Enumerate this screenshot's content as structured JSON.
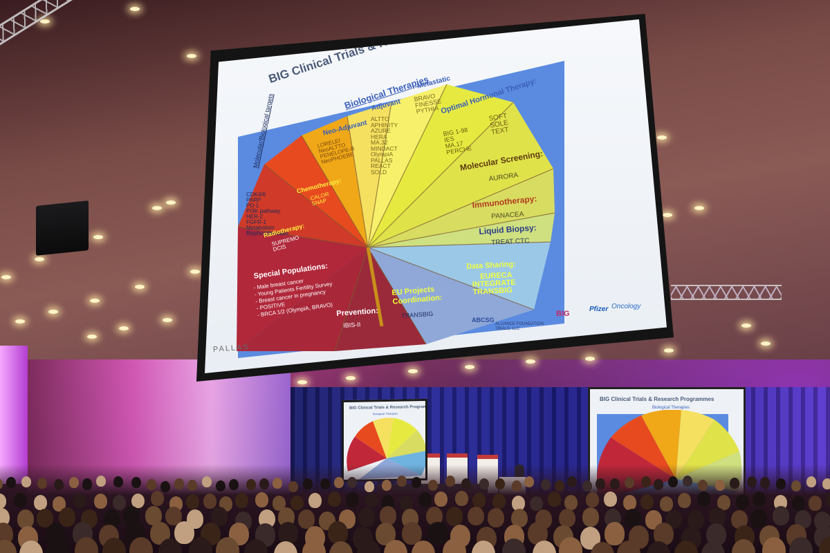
{
  "main_slide": {
    "title": "BIG Clinical Trials & Research Programmes",
    "subtitle": "Biological Therapies",
    "segments": [
      {
        "heading": "Molecular/Biological targets",
        "items": [
          "CDK4/6",
          "PARP",
          "PD-1",
          "PI3K pathway",
          "HER-2",
          "FGFR-1",
          "Metabolism",
          "Bisphosphonates"
        ]
      },
      {
        "heading": "Neo-Adjuvant",
        "items": [
          "LORELEI",
          "NeoALTTO",
          "PENELOPE-B",
          "NeoPHOEBE"
        ]
      },
      {
        "heading": "Adjuvant",
        "items": [
          "ALTTO",
          "APHINITY",
          "AZURE",
          "HERA",
          "MA.32",
          "MINDACT",
          "OlympiA",
          "PALLAS",
          "REACT",
          "SOLD"
        ]
      },
      {
        "heading": "Metastatic",
        "items": [
          "BRAVO",
          "FINESSE",
          "PYTHIA"
        ]
      },
      {
        "heading": "Optimal Hormonal Therapy:",
        "items": [
          "BIG 1-98",
          "IES",
          "MA.17",
          "PERCHE",
          "SOFT",
          "SOLE",
          "TEXT"
        ]
      },
      {
        "heading": "Molecular Screening:",
        "items": [
          "AURORA"
        ]
      },
      {
        "heading": "Immunotherapy:",
        "items": [
          "PANACEA"
        ]
      },
      {
        "heading": "Liquid Biopsy:",
        "items": [
          "TREAT CTC"
        ]
      },
      {
        "heading": "Data Sharing:",
        "items": [
          "EURECA",
          "INTEGRATE",
          "TRANSBIG"
        ]
      },
      {
        "heading": "EU Projects Coordination:",
        "items": [
          "TRANSBIG"
        ]
      },
      {
        "heading": "Prevention:",
        "items": [
          "IBIS-II"
        ]
      },
      {
        "heading": "Chemotherapy:",
        "items": [
          "CALOR",
          "SNAP"
        ]
      },
      {
        "heading": "Radiotherapy:",
        "items": [
          "SUPREMO",
          "DCIS"
        ]
      },
      {
        "heading": "Special Populations:",
        "items": [
          "- Male breast cancer",
          "- Young Patients Fertility Survey",
          "- Breast cancer in pregnancy",
          "- POSITIVE",
          "- BRCA 1/2 (OlympiA, BRAVO)"
        ]
      }
    ],
    "logos": [
      "ABCSG",
      "ALLIANCE FOUNDATION TRIALS, LLC",
      "BIG",
      "Pfizer",
      "Oncology"
    ],
    "footer_brand": "PALLAS",
    "colors": {
      "molecular": "#5b8be0",
      "neo_adjuvant": "#f0a818",
      "adjuvant": "#f5e060",
      "metastatic": "#f7f06a",
      "hormonal": "#e6ea40",
      "screening": "#e0e24a",
      "immuno": "#d8dc60",
      "liquid": "#cfe080",
      "data_sharing": "#6fb3e0",
      "eu": "#8fa8d8",
      "prevention": "#9a2a3a",
      "chemo": "#e84a20",
      "radio": "#d03a28",
      "special": "#b0283a"
    }
  },
  "side_slides": [
    {
      "title": "BIG Clinical Trials & Research Programmes",
      "subtitle": "Biological Therapies"
    },
    {
      "title": "BIG Clinical Trials & Research Programmes",
      "subtitle": "Biological Therapies"
    }
  ]
}
